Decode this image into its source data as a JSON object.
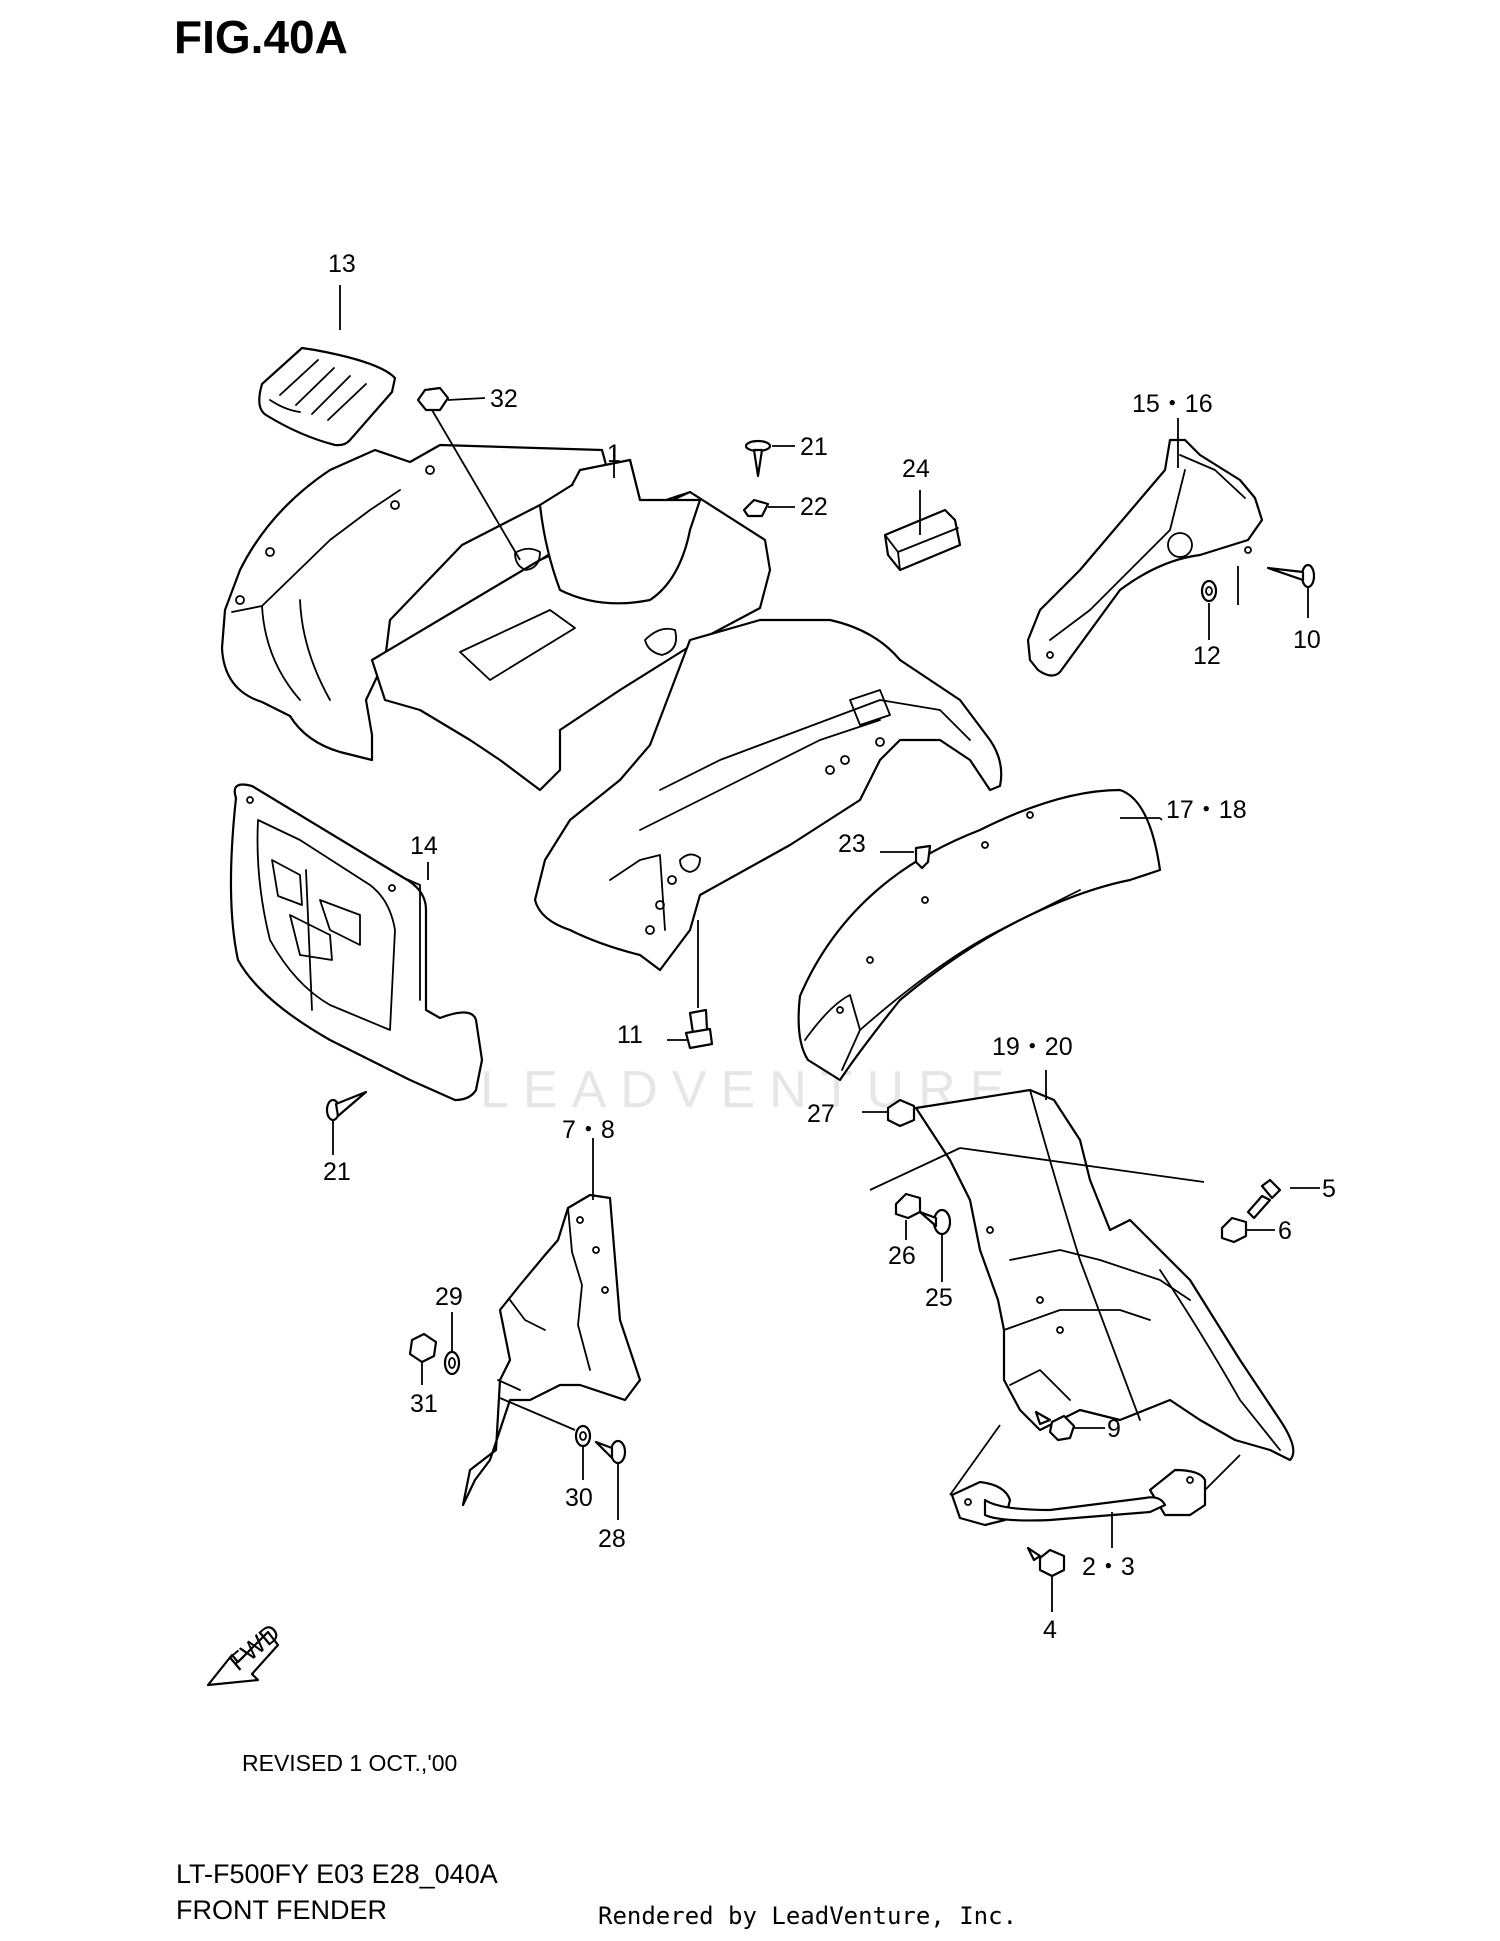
{
  "figure": {
    "title": "FIG.40A"
  },
  "watermark": "LEADVENTURE",
  "callouts": {
    "c13": "13",
    "c32": "32",
    "c1": "1",
    "c21a": "21",
    "c22": "22",
    "c24": "24",
    "c15_16": "15・16",
    "c12": "12",
    "c10": "10",
    "c14": "14",
    "c17_18": "17・18",
    "c23": "23",
    "c11": "11",
    "c21b": "21",
    "c19_20": "19・20",
    "c27": "27",
    "c5": "5",
    "c6": "6",
    "c26": "26",
    "c25": "25",
    "c7_8": "7・8",
    "c29": "29",
    "c31": "31",
    "c30": "30",
    "c28": "28",
    "c9": "9",
    "c2_3": "2・3",
    "c4": "4"
  },
  "fwd_label": "FWD",
  "footer": {
    "revised": "REVISED 1 OCT.,'00",
    "model": "LT-F500FY E03 E28_040A",
    "caption": "FRONT FENDER",
    "rendered_by": "Rendered by LeadVenture, Inc."
  }
}
